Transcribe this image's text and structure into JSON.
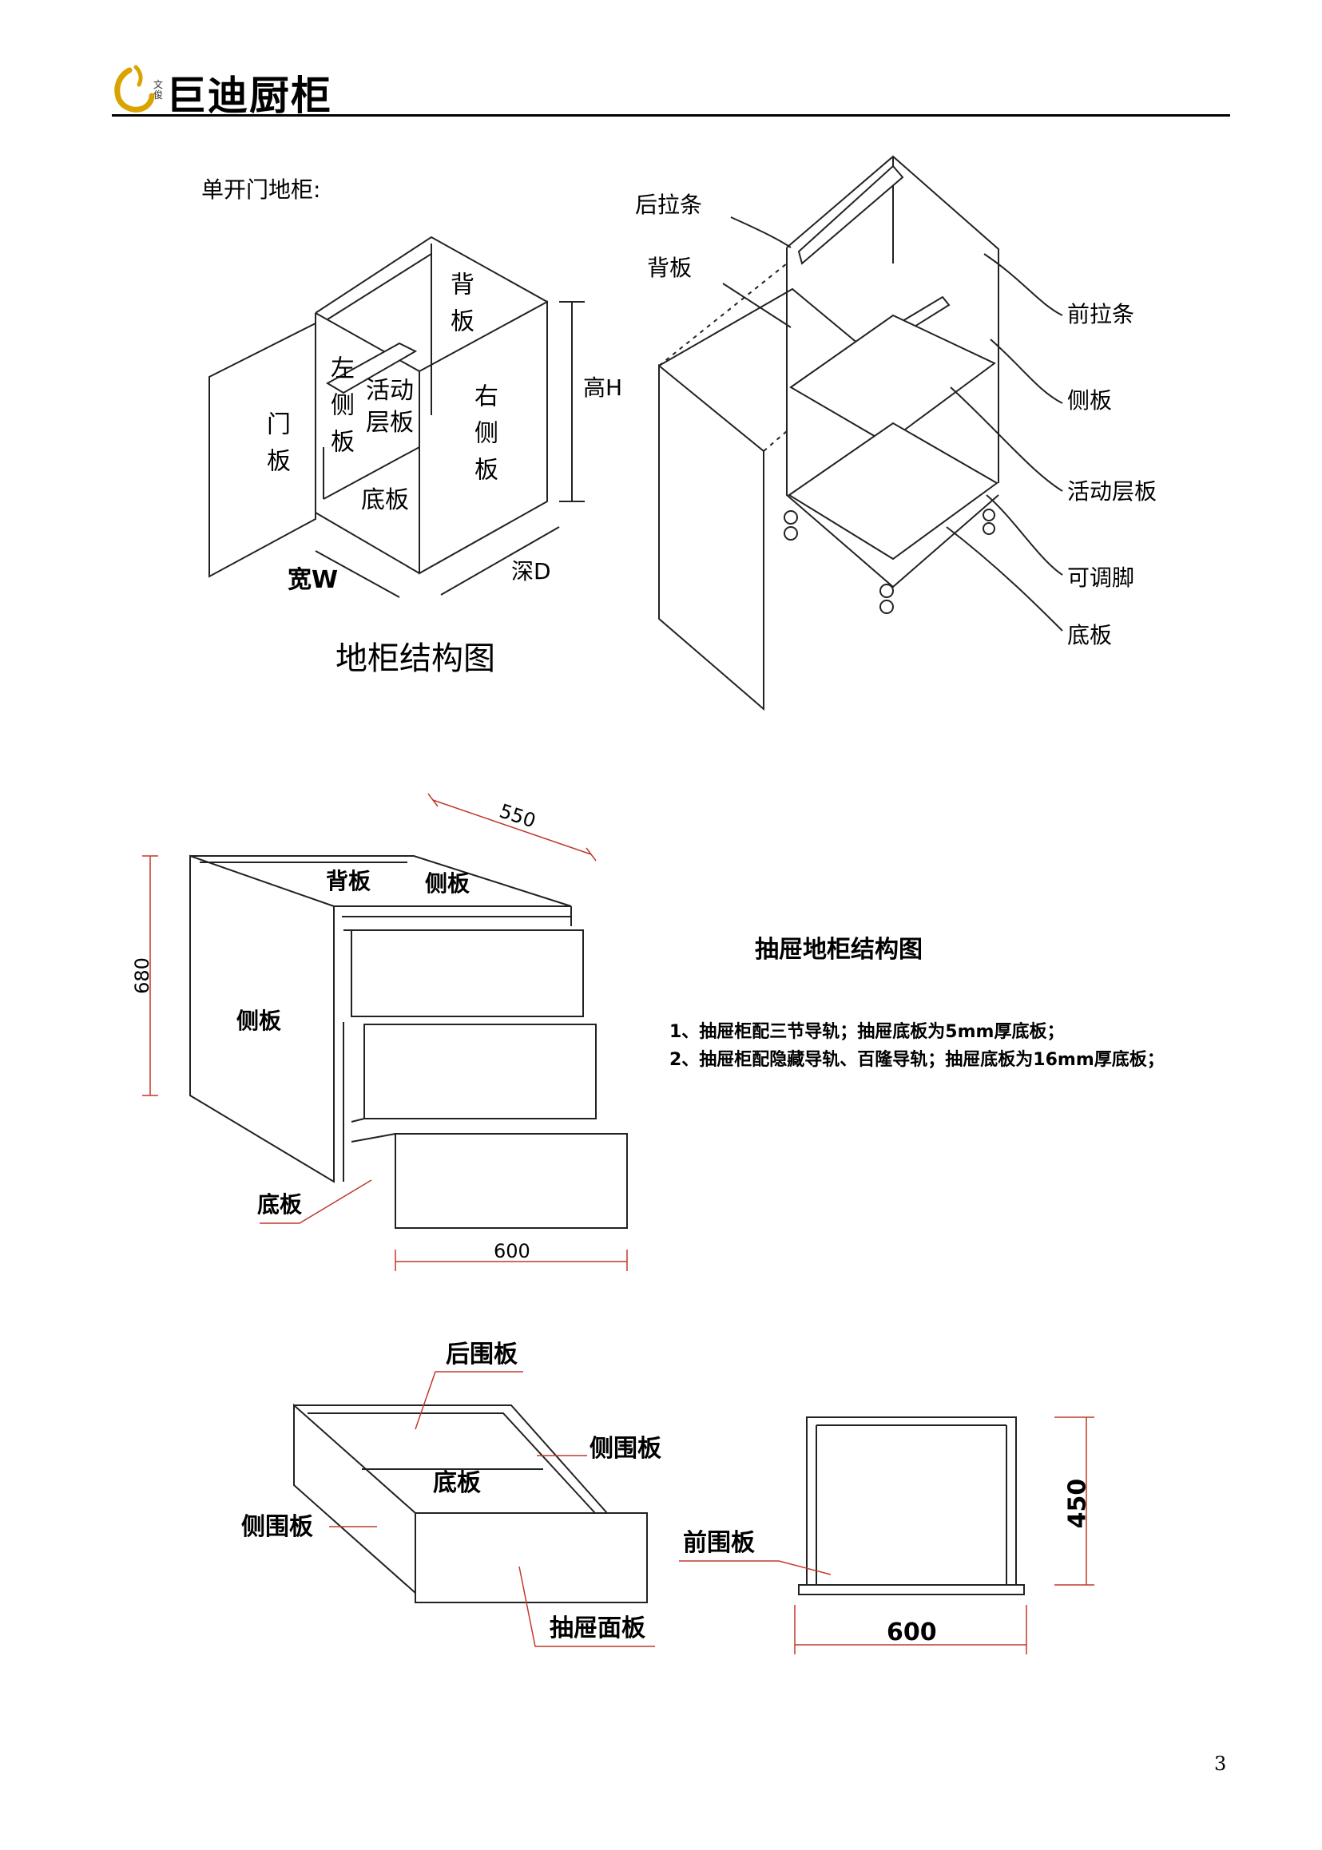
{
  "header": {
    "logo_small": "文俊",
    "brand": "巨迪厨柜"
  },
  "section1": {
    "title": "单开门地柜:",
    "labels": {
      "back": "背板",
      "left_side": "左侧板",
      "shelf": "活动层板",
      "right_side": "右侧板",
      "door": "门板",
      "bottom": "底板",
      "height": "高H",
      "width": "宽W",
      "depth": "深D"
    },
    "caption": "地柜结构图"
  },
  "section2": {
    "callouts": [
      "后拉条",
      "背板",
      "前拉条",
      "侧板",
      "活动层板",
      "可调脚",
      "底板"
    ]
  },
  "section3": {
    "dim_depth": "550",
    "dim_height": "680",
    "dim_width": "600",
    "labels": {
      "back": "背板",
      "side_top": "侧板",
      "side": "侧板",
      "bottom": "底板"
    },
    "title": "抽屉地柜结构图",
    "notes": [
      "1、抽屉柜配三节导轨；抽屉底板为5mm厚底板；",
      "2、抽屉柜配隐藏导轨、百隆导轨；抽屉底板为16mm厚底板；"
    ]
  },
  "section4": {
    "labels": {
      "back_panel": "后围板",
      "side_panel_right": "侧围板",
      "bottom": "底板",
      "side_panel_left": "侧围板",
      "face_panel": "抽屉面板",
      "front_panel": "前围板"
    },
    "dim_height": "450",
    "dim_width": "600"
  },
  "page_number": "3"
}
